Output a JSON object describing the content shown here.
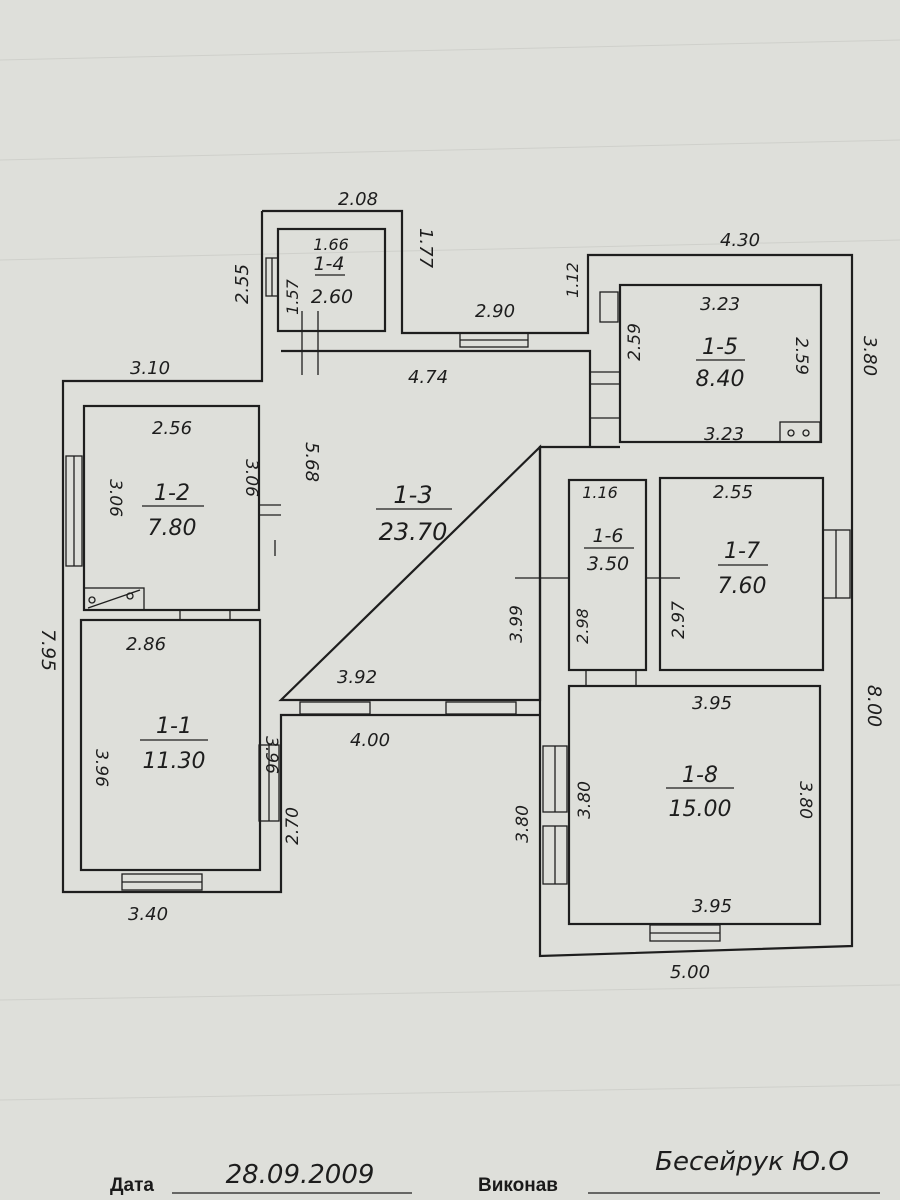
{
  "rooms": {
    "r1_1": {
      "id": "1-1",
      "area": "11.30"
    },
    "r1_2": {
      "id": "1-2",
      "area": "7.80"
    },
    "r1_3": {
      "id": "1-3",
      "area": "23.70"
    },
    "r1_4": {
      "id": "1-4",
      "area": "2.60"
    },
    "r1_5": {
      "id": "1-5",
      "area": "8.40"
    },
    "r1_6": {
      "id": "1-6",
      "area": "3.50"
    },
    "r1_7": {
      "id": "1-7",
      "area": "7.60"
    },
    "r1_8": {
      "id": "1-8",
      "area": "15.00"
    }
  },
  "dims": {
    "d_208": "2.08",
    "d_255": "2.55",
    "d_166": "1.66",
    "d_157": "1.57",
    "d_177": "1.77",
    "d_430": "4.30",
    "d_112": "1.12",
    "d_290": "2.90",
    "d_323a": "3.23",
    "d_259a": "2.59",
    "d_259b": "2.59",
    "d_380a": "3.80",
    "d_323b": "3.23",
    "d_310": "3.10",
    "d_474": "4.74",
    "d_256": "2.56",
    "d_306a": "3.06",
    "d_306b": "3.06",
    "d_568": "5.68",
    "d_116": "1.16",
    "d_255b": "2.55",
    "d_795": "7.95",
    "d_399": "3.99",
    "d_298": "2.98",
    "d_297": "2.97",
    "d_286": "2.86",
    "d_392": "3.92",
    "d_800": "8.00",
    "d_395a": "3.95",
    "d_400": "4.00",
    "d_396a": "3.96",
    "d_396b": "3.96",
    "d_270": "2.70",
    "d_380b": "3.80",
    "d_380c": "3.80",
    "d_380d": "3.80",
    "d_395b": "3.95",
    "d_340": "3.40",
    "d_500": "5.00"
  },
  "footer": {
    "date_label": "Дата",
    "date_value": "28.09.2009",
    "executor_label": "Виконав",
    "executor_value": "Бесейрук Ю.О"
  }
}
